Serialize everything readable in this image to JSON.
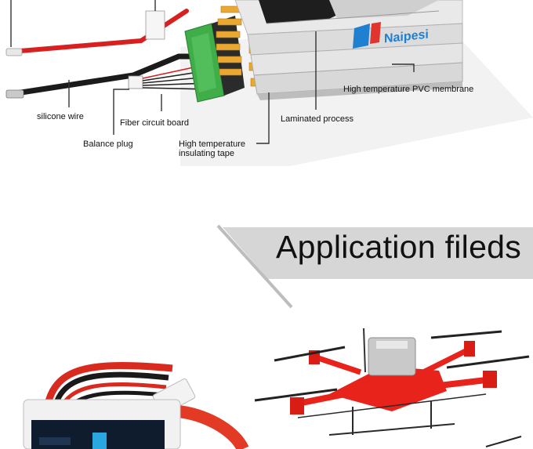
{
  "diagram": {
    "brand_logo_text": "Naipesi",
    "labels": {
      "silicone_wire": "silicone wire",
      "fiber_circuit_board": "Fiber circuit board",
      "balance_plug": "Balance plug",
      "insulating_tape_line1": "High temperature",
      "insulating_tape_line2": "insulating tape",
      "laminated_process": "Laminated process",
      "pvc_membrane": "High temperature PVC membrane"
    }
  },
  "section": {
    "title": "Application fileds"
  },
  "colors": {
    "banner_gray": "#d6d6d6",
    "battery_red": "#e02a22",
    "drone_red": "#e8231c",
    "pcb_green": "#3fae49",
    "tab_gold": "#e9a832",
    "logo_blue": "#1f7fd0"
  }
}
